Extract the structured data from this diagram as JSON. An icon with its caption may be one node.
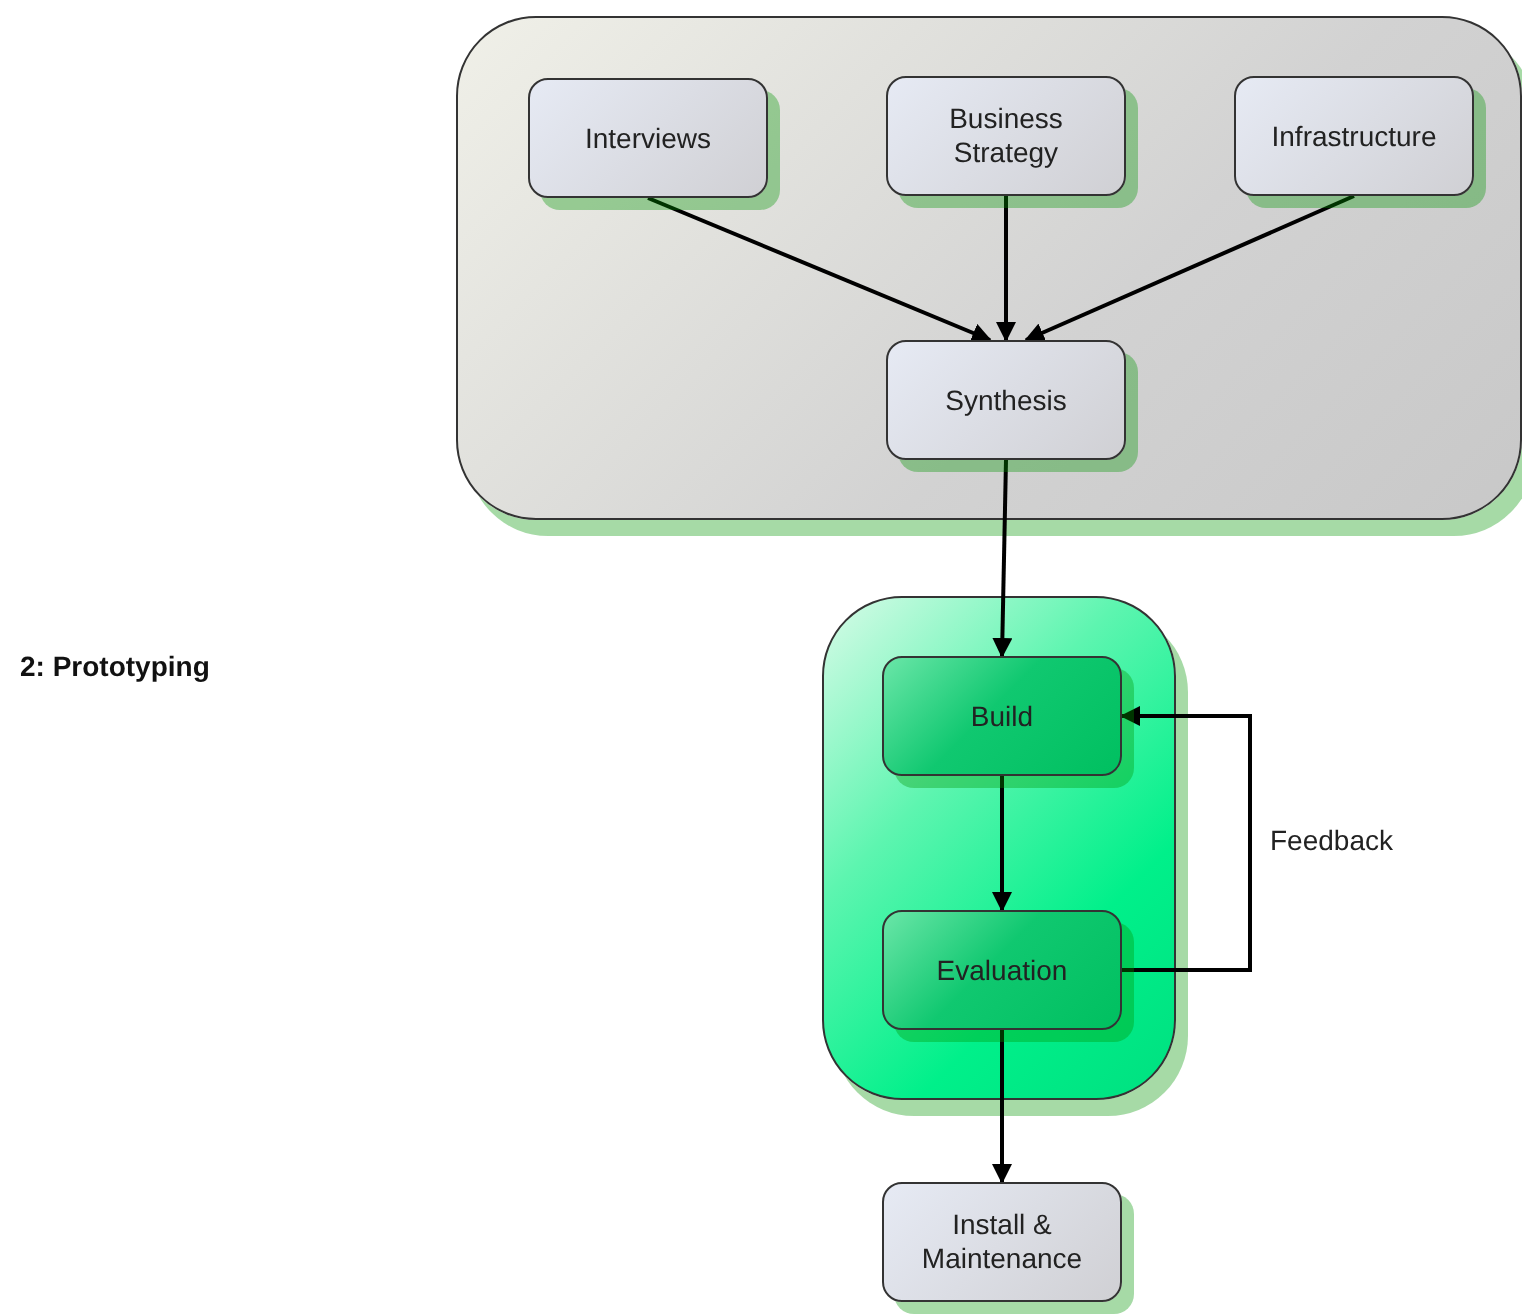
{
  "diagram": {
    "nodes": [
      {
        "text": [],
        "shape": "box"
      },
      {
        "text": [
          "Interviews"
        ],
        "in": 0
      },
      {
        "text": [
          "Business Strategy"
        ],
        "in": 0
      },
      {
        "text": [
          "Infrastructure"
        ],
        "in": 0
      },
      {
        "text": [
          "Synthesis"
        ],
        "in": 0
      },
      {
        "text": [],
        "shape": "box"
      },
      {
        "text": [
          "Build"
        ],
        "in": 5
      },
      {
        "text": [
          "Evaluation"
        ],
        "in": 5
      },
      {
        "text": [
          "Install & Maintenance"
        ]
      }
    ],
    "edges": [
      {
        "from": 1,
        "to": 4,
        "arrow": "to"
      },
      {
        "from": 2,
        "to": 4,
        "arrow": "to"
      },
      {
        "from": 3,
        "to": 4,
        "arrow": "to"
      },
      {
        "from": 4,
        "to": 6,
        "arrow": "to"
      },
      {
        "from": 6,
        "to": 7,
        "arrow": "to"
      },
      {
        "from": 7,
        "to": 6,
        "arrow": "to",
        "label": "Feedback"
      },
      {
        "from": 7,
        "to": 8,
        "arrow": "to"
      }
    ],
    "labels": [
      "2: Prototyping"
    ]
  }
}
